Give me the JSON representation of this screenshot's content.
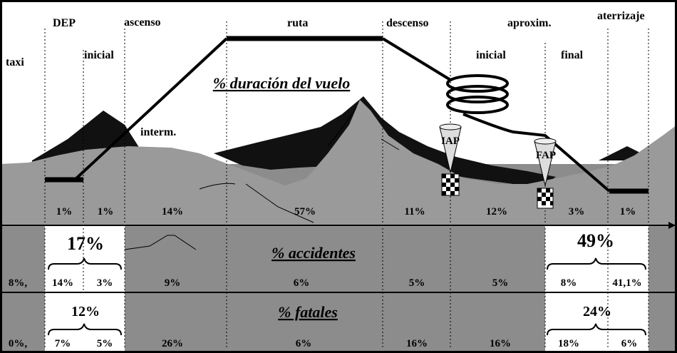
{
  "phases": {
    "taxi": "taxi",
    "dep": "DEP",
    "inicial_dep": "inicial",
    "ascenso": "ascenso",
    "interm": "interm.",
    "ruta": "ruta",
    "descenso": "descenso",
    "aproxim": "aproxim.",
    "inicial_app": "inicial",
    "final": "final",
    "aterrizaje": "aterrizaje"
  },
  "titles": {
    "duracion": "% duración del vuelo",
    "accidentes": "% accidentes",
    "fatales": "% fatales"
  },
  "markers": {
    "iap": "IAP",
    "fap": "FAP"
  },
  "duracion": [
    "1%",
    "1%",
    "14%",
    "57%",
    "11%",
    "12%",
    "3%",
    "1%"
  ],
  "accidentes": {
    "dep_total": "17%",
    "app_total": "49%",
    "values": [
      "8%,",
      "14%",
      "3%",
      "9%",
      "6%",
      "5%",
      "5%",
      "8%",
      "41,1%"
    ]
  },
  "fatales": {
    "dep_total": "12%",
    "app_total": "24%",
    "values": [
      "0%,",
      "7%",
      "5%",
      "26%",
      "6%",
      "16%",
      "16%",
      "18%",
      "6%"
    ]
  },
  "colors": {
    "terrain_dark": "#111111",
    "terrain_gray": "#8c8c8c",
    "background": "#ffffff"
  }
}
